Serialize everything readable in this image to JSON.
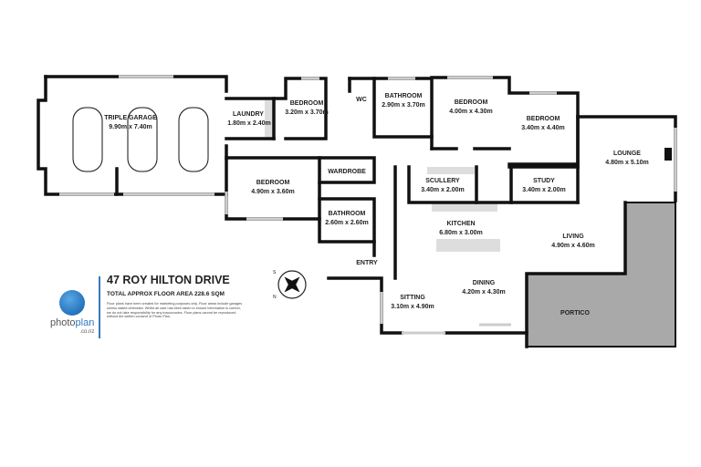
{
  "address": "47 ROY HILTON DRIVE",
  "floor_area": "TOTAL APPROX FLOOR AREA 228.6 SQM",
  "disclaimer": "Floor plans have been created for marketing purposes only. Floor areas include garages unless stated otherwise. Whilst all care has been taken to ensure information is correct, we do not take responsibility for any inaccuracies. Floor plans cannot be reproduced without the written consent of Photo Plan.",
  "logo": {
    "brand_a": "photo",
    "brand_b": "plan",
    "domain": ".co.nz"
  },
  "compass": {
    "letters": [
      "S",
      "N"
    ]
  },
  "colors": {
    "wall": "#111111",
    "portico": "#a9a9a9",
    "window": "#cccccc",
    "brand": "#2a79c2"
  },
  "rooms": [
    {
      "name": "TRIPLE GARAGE",
      "dims": "9.90m  x 7.40m"
    },
    {
      "name": "LAUNDRY",
      "dims": "1.80m  x 2.40m"
    },
    {
      "name": "BEDROOM",
      "dims": "3.20m  x 3.70m"
    },
    {
      "name": "WC",
      "dims": ""
    },
    {
      "name": "BATHROOM",
      "dims": "2.90m  x 3.70m"
    },
    {
      "name": "BEDROOM",
      "dims": "4.00m  x 4.30m"
    },
    {
      "name": "BEDROOM",
      "dims": "3.40m  x 4.40m"
    },
    {
      "name": "LOUNGE",
      "dims": "4.80m  x 5.10m"
    },
    {
      "name": "WARDROBE",
      "dims": ""
    },
    {
      "name": "BEDROOM",
      "dims": "4.90m  x 3.60m"
    },
    {
      "name": "BATHROOM",
      "dims": "2.60m  x 2.60m"
    },
    {
      "name": "SCULLERY",
      "dims": "3.40m  x 2.00m"
    },
    {
      "name": "STUDY",
      "dims": "3.40m  x 2.00m"
    },
    {
      "name": "KITCHEN",
      "dims": "6.80m  x 3.00m"
    },
    {
      "name": "LIVING",
      "dims": "4.90m  x 4.60m"
    },
    {
      "name": "ENTRY",
      "dims": ""
    },
    {
      "name": "DINING",
      "dims": "4.20m  x 4.30m"
    },
    {
      "name": "SITTING",
      "dims": "3.10m  x 4.90m"
    },
    {
      "name": "PORTICO",
      "dims": ""
    }
  ]
}
